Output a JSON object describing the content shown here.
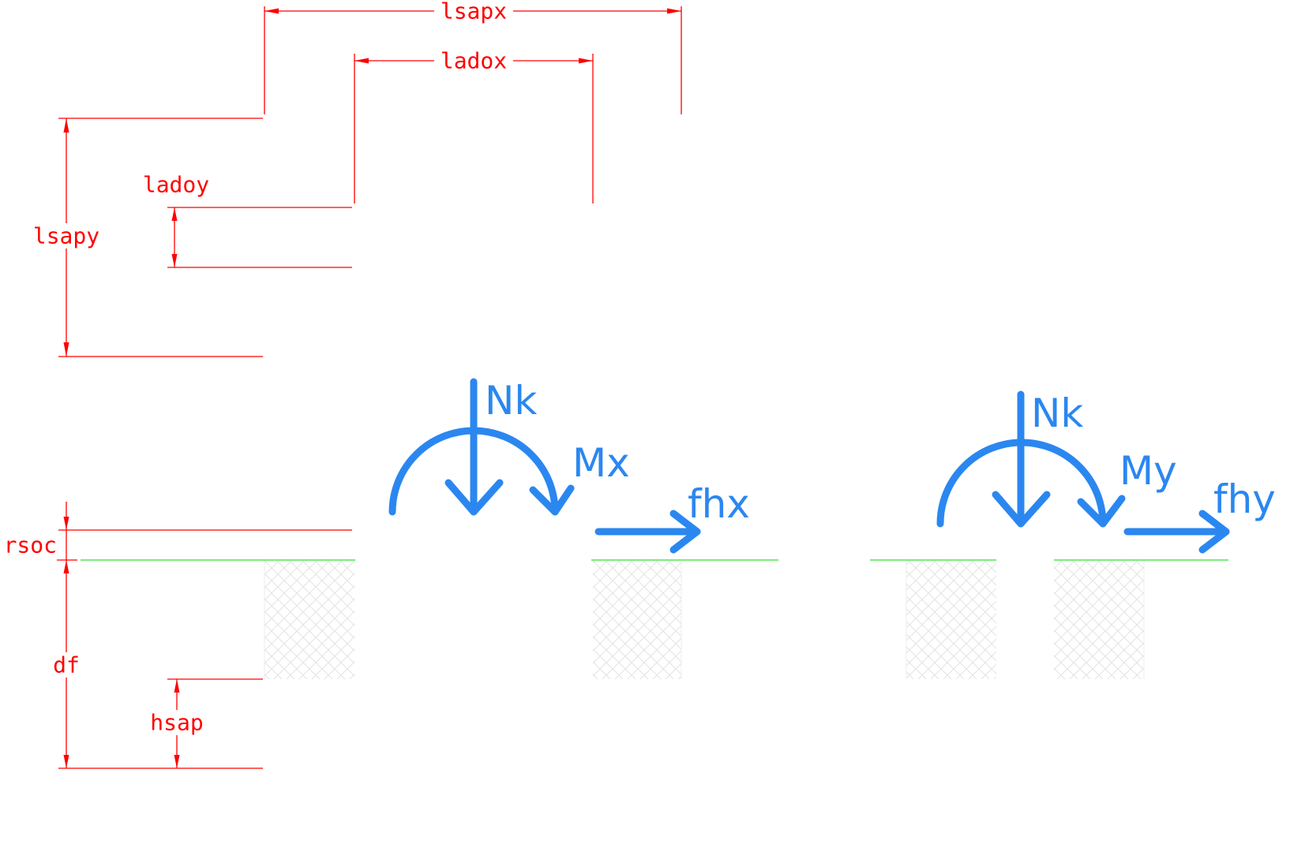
{
  "colors": {
    "dimension": "#ff0000",
    "load": "#2b87f0",
    "ground": "#33dd33",
    "hatch": "#e6e6e6",
    "background": "#ffffff"
  },
  "dimensions": {
    "lsapx": "lsapx",
    "ladox": "ladox",
    "ladoy": "ladoy",
    "lsapy": "lsapy",
    "rsoc": "rsoc",
    "df": "df",
    "hsap": "hsap"
  },
  "loads": {
    "x_direction": {
      "axial": "Nk",
      "moment": "Mx",
      "horizontal": "fhx"
    },
    "y_direction": {
      "axial": "Nk",
      "moment": "My",
      "horizontal": "fhy"
    }
  }
}
